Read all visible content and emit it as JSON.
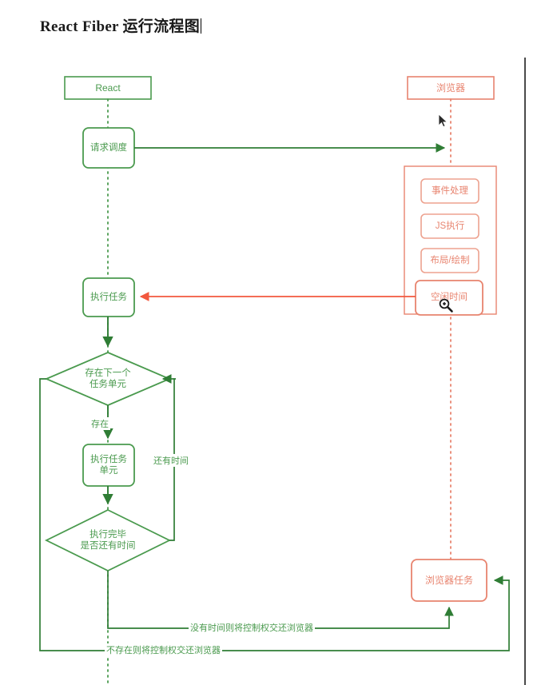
{
  "title": {
    "text": "React Fiber 运行流程图",
    "caret_visible": true
  },
  "colors": {
    "green": "#4a9a4e",
    "green_dark": "#2f7d35",
    "red": "#e8846f",
    "red_arrow": "#f2583e",
    "page_edge": "#4a4a4a",
    "background": "#ffffff"
  },
  "diagram": {
    "lanes": [
      {
        "id": "react",
        "label": "React",
        "color": "green"
      },
      {
        "id": "browser",
        "label": "浏览器",
        "color": "red"
      }
    ],
    "nodes": [
      {
        "id": "react-lane-head",
        "label": "React",
        "shape": "rect",
        "color": "green"
      },
      {
        "id": "browser-lane-head",
        "label": "浏览器",
        "shape": "rect",
        "color": "red"
      },
      {
        "id": "request-schedule",
        "label": "请求调度",
        "shape": "rounded-rect",
        "color": "green"
      },
      {
        "id": "run-task",
        "label": "执行任务",
        "shape": "rounded-rect",
        "color": "green"
      },
      {
        "id": "has-next-unit",
        "label": "存在下一个\n任务单元",
        "line1": "存在下一个",
        "line2": "任务单元",
        "shape": "diamond",
        "color": "green"
      },
      {
        "id": "run-task-unit",
        "label": "执行任务\n单元",
        "line1": "执行任务",
        "line2": "单元",
        "shape": "rounded-rect",
        "color": "green"
      },
      {
        "id": "done-time-left",
        "label": "执行完毕\n是否还有时间",
        "line1": "执行完毕",
        "line2": "是否还有时间",
        "shape": "diamond",
        "color": "green"
      },
      {
        "id": "browser-work",
        "label": "浏览器任务",
        "shape": "rounded-rect",
        "color": "red"
      }
    ],
    "browser_group": {
      "id": "browser-group",
      "color": "red",
      "items": [
        {
          "id": "event-handling",
          "label": "事件处理"
        },
        {
          "id": "js-execution",
          "label": "JS执行"
        },
        {
          "id": "layout-paint",
          "label": "布局/绘制"
        },
        {
          "id": "idle-time",
          "label": "空闲时间"
        }
      ]
    },
    "edge_labels": [
      {
        "id": "edge-exists",
        "label": "存在"
      },
      {
        "id": "edge-time-left",
        "label": "还有时间"
      },
      {
        "id": "edge-no-time-return",
        "label": "没有时间则将控制权交还浏览器"
      },
      {
        "id": "edge-no-unit-return",
        "label": "不存在则将控制权交还浏览器"
      }
    ]
  },
  "cursors": [
    {
      "id": "pointer-cursor",
      "name": "mouse-pointer-icon"
    },
    {
      "id": "zoom-cursor",
      "name": "magnifier-zoom-in-icon"
    }
  ]
}
